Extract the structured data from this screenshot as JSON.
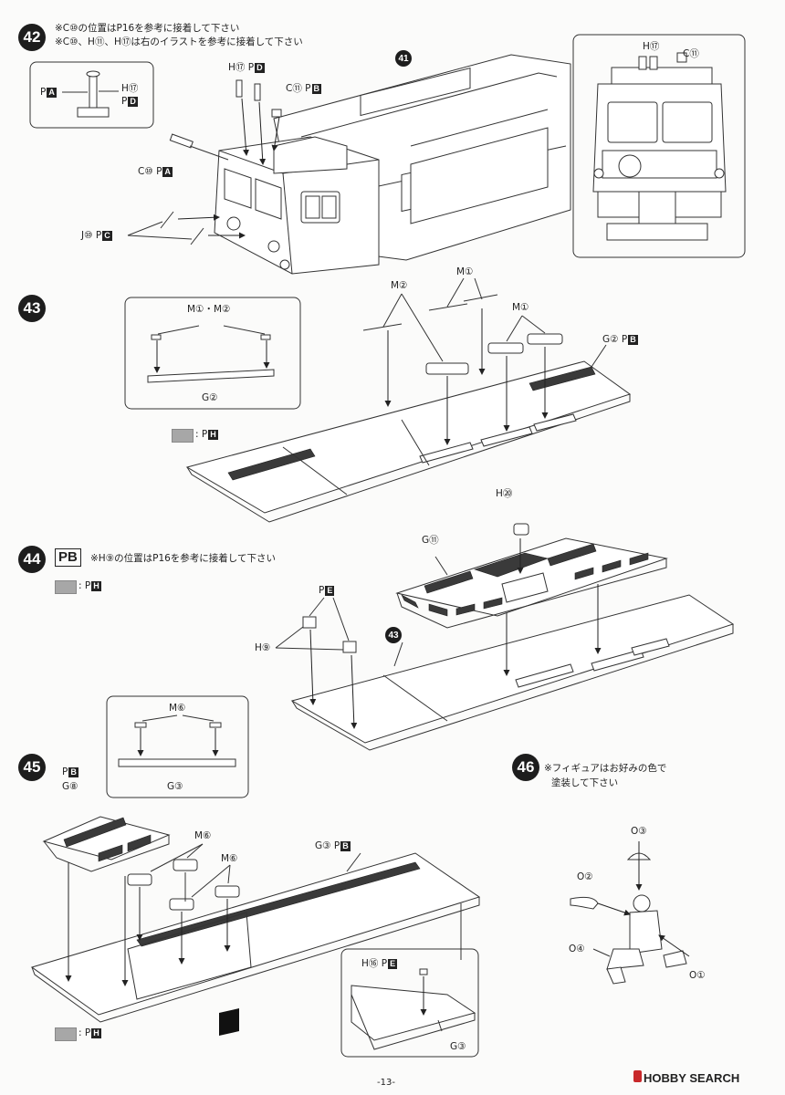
{
  "step42": {
    "number": "42",
    "note_line1": "※C⑩の位置はP16を参考に接着して下さい",
    "note_line2": "※C⑩、H⑪、H⑰は右のイラストを参考に接着して下さい",
    "inset_label_pa": "P",
    "inset_badge_a": "A",
    "inset_label_h17": "H⑰",
    "inset_label_pd": "P",
    "inset_badge_d": "D",
    "label_h17_pd": "H⑰ P",
    "badge_h17": "D",
    "label_c11_pb": "C⑪ P",
    "badge_c11": "B",
    "label_c10_pa": "C⑩ P",
    "badge_c10": "A",
    "label_j10_pc": "J⑩ P",
    "badge_j10": "C",
    "ref41": "41",
    "front_h17": "H⑰",
    "front_c11": "C⑪"
  },
  "step43": {
    "number": "43",
    "inset_label_m": "M①・M②",
    "inset_label_g2": "G②",
    "label_m2": "M②",
    "label_m1_top": "M①",
    "label_m1_right": "M①",
    "label_g2_pb": "G② P",
    "badge_g2": "B",
    "swatch_label": ": P",
    "swatch_badge": "H"
  },
  "step44": {
    "number": "44",
    "pb_big": "PB",
    "note": "※H⑨の位置はP16を参考に接着して下さい",
    "swatch_label": ": P",
    "swatch_badge": "H",
    "label_h20": "H⑳",
    "label_g11": "G⑪",
    "label_pe": "P",
    "badge_pe": "E",
    "label_h9": "H⑨",
    "ref43": "43"
  },
  "step45": {
    "number": "45",
    "inset_label_m6": "M⑥",
    "inset_label_g3": "G③",
    "label_pb": "P",
    "badge_pb": "B",
    "label_g8": "G⑧",
    "label_m6_a": "M⑥",
    "label_m6_b": "M⑥",
    "label_g3_pb": "G③ P",
    "badge_g3": "B",
    "inset2_label_h16": "H⑯ P",
    "inset2_badge": "E",
    "inset2_label_g3": "G③",
    "swatch_label": ": P",
    "swatch_badge": "H"
  },
  "step46": {
    "number": "46",
    "note_line1": "※フィギュアはお好みの色で",
    "note_line2": "塗装して下さい",
    "label_o3": "O③",
    "label_o2": "O②",
    "label_o4": "O④",
    "label_o1": "O①"
  },
  "footer": {
    "page": "-13-",
    "watermark": "HOBBY SEARCH"
  }
}
